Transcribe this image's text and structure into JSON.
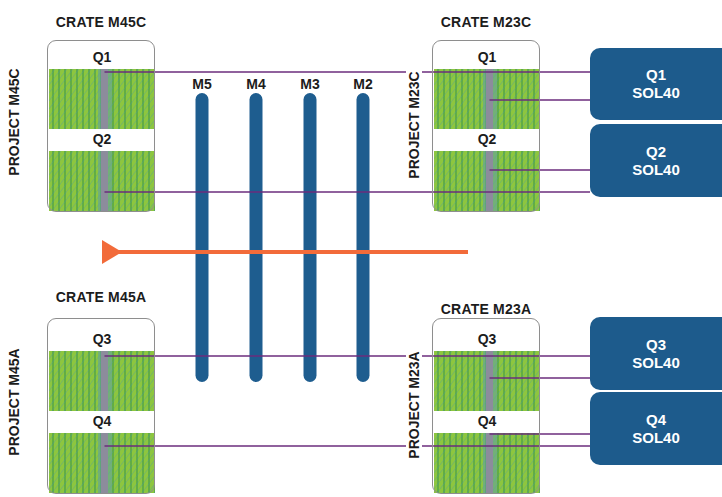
{
  "diagram": {
    "nodes": [
      {
        "text": [
          "CRATE M45C"
        ]
      },
      {
        "text": [
          "Q1"
        ],
        "in": 0
      },
      {
        "text": [
          "Q2"
        ],
        "in": 0
      },
      {
        "text": [
          "CRATE M23C"
        ]
      },
      {
        "text": [
          "Q1"
        ],
        "in": 3
      },
      {
        "text": [
          "Q2"
        ],
        "in": 3
      },
      {
        "text": [
          "CRATE M45A"
        ]
      },
      {
        "text": [
          "Q3"
        ],
        "in": 6
      },
      {
        "text": [
          "Q4"
        ],
        "in": 6
      },
      {
        "text": [
          "CRATE M23A"
        ]
      },
      {
        "text": [
          "Q3"
        ],
        "in": 9
      },
      {
        "text": [
          "Q4"
        ],
        "in": 9
      },
      {
        "text": [
          "Q1 SOL40"
        ]
      },
      {
        "text": [
          "Q2 SOL40"
        ]
      },
      {
        "text": [
          "Q3 SOL40"
        ]
      },
      {
        "text": [
          "Q4 SOL40"
        ]
      }
    ],
    "edges": [
      {
        "from": 1,
        "to": 12,
        "arrow": "none"
      },
      {
        "from": 4,
        "to": 12,
        "arrow": "none"
      },
      {
        "from": 2,
        "to": 13,
        "arrow": "none"
      },
      {
        "from": 5,
        "to": 13,
        "arrow": "none"
      },
      {
        "from": 7,
        "to": 14,
        "arrow": "none"
      },
      {
        "from": 10,
        "to": 14,
        "arrow": "none"
      },
      {
        "from": 8,
        "to": 15,
        "arrow": "none"
      },
      {
        "from": 11,
        "to": 15,
        "arrow": "none"
      }
    ],
    "labels": [
      "PROJECT M45C",
      "M5",
      "M4",
      "M3",
      "M2",
      "PROJECT M23C",
      "PROJECT M45A",
      "PROJECT M23A"
    ]
  }
}
